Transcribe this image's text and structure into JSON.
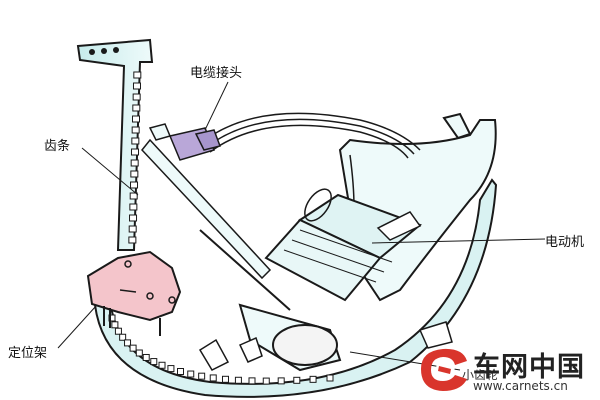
{
  "labels": {
    "cable_connector": "电缆接头",
    "rack": "齿条",
    "motor": "电动机",
    "bracket": "定位架",
    "pinion": "小齿轮"
  },
  "watermark": {
    "name": "车网中国",
    "url": "www.carnets.cn"
  },
  "colors": {
    "outline": "#1a1a1a",
    "rail_fill": "#d9f2f2",
    "motor_fill": "#dff3f3",
    "connector_fill": "#b9a7d8",
    "bracket_fill": "#f4c5cb",
    "logo_red": "#d9352c"
  }
}
